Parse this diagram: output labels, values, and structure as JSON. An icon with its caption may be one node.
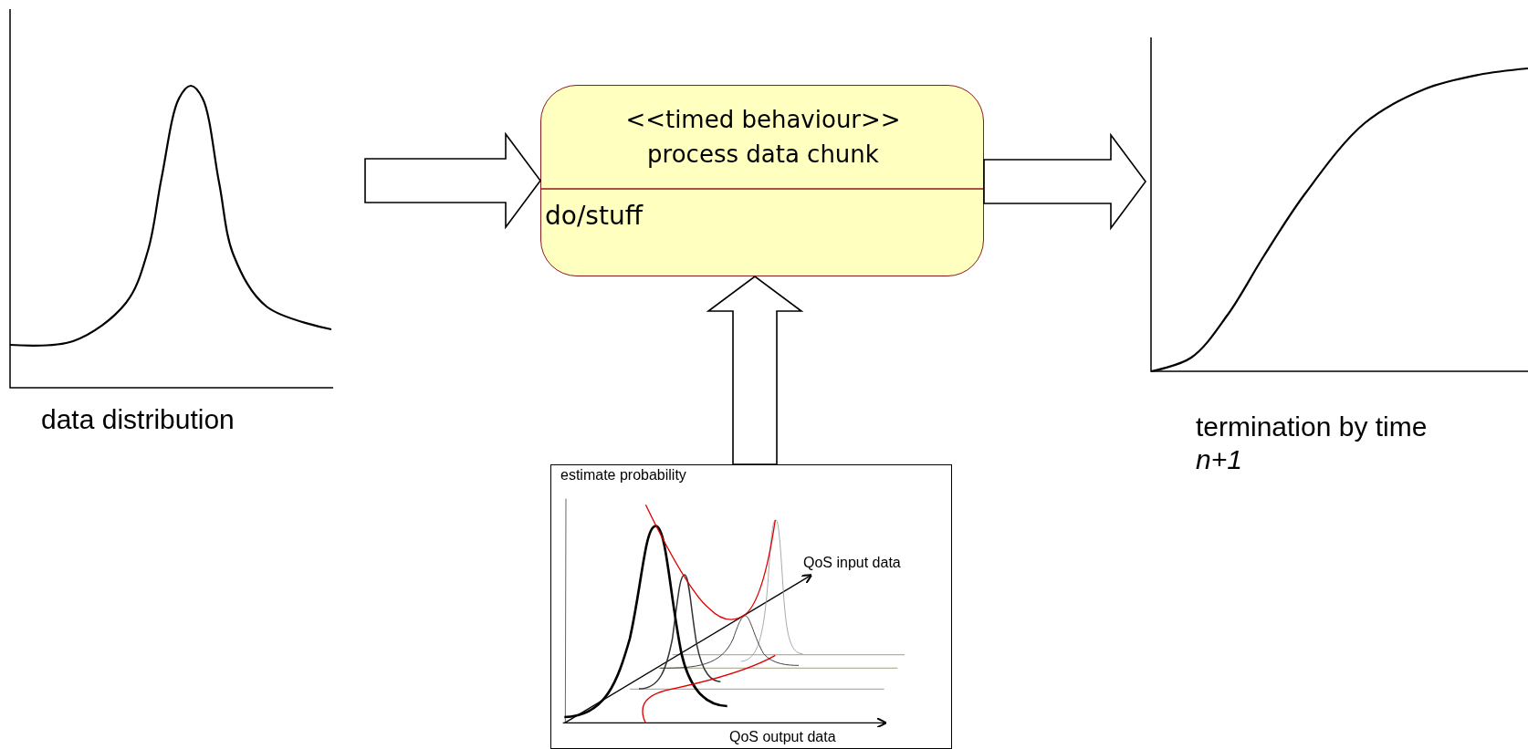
{
  "diagram": {
    "nodes": [
      {
        "text": [
          "data distribution"
        ]
      },
      {
        "text": [
          "<<timed behaviour>> process data chunk",
          "do/stuff"
        ]
      },
      {
        "text": [
          "termination by time *n+1*"
        ]
      },
      {
        "text": [
          "estimate probability",
          "QoS input data",
          "QoS output data"
        ]
      }
    ],
    "edges": [
      {
        "from": 0,
        "to": 1,
        "arrow": "to"
      },
      {
        "from": 1,
        "to": 2,
        "arrow": "to"
      },
      {
        "from": 3,
        "to": 1,
        "arrow": "to"
      }
    ]
  }
}
